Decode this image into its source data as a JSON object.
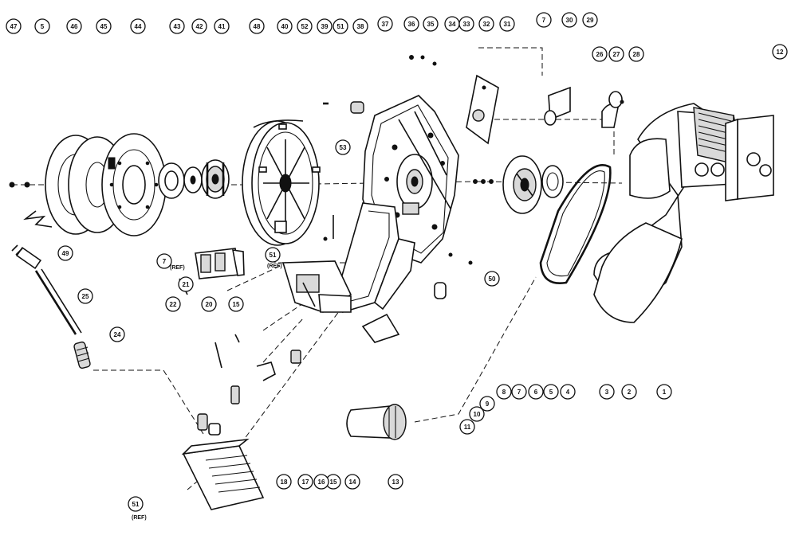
{
  "diagram": {
    "part_numbers": [
      "47",
      "5",
      "46",
      "45",
      "44",
      "43",
      "42",
      "41",
      "48",
      "40",
      "52",
      "39",
      "51",
      "38",
      "37",
      "36",
      "35",
      "34",
      "33",
      "32",
      "31",
      "7",
      "30",
      "29",
      "26",
      "27",
      "28",
      "12",
      "53",
      "51",
      "7",
      "21",
      "20",
      "15",
      "22",
      "25",
      "24",
      "49",
      "50",
      "8",
      "7",
      "6",
      "5",
      "4",
      "3",
      "2",
      "1",
      "9",
      "10",
      "11",
      "13",
      "14",
      "15",
      "16",
      "17",
      "18",
      "51"
    ],
    "ref_labels": [
      "(REF)",
      "(REF)",
      "(REF)"
    ]
  }
}
